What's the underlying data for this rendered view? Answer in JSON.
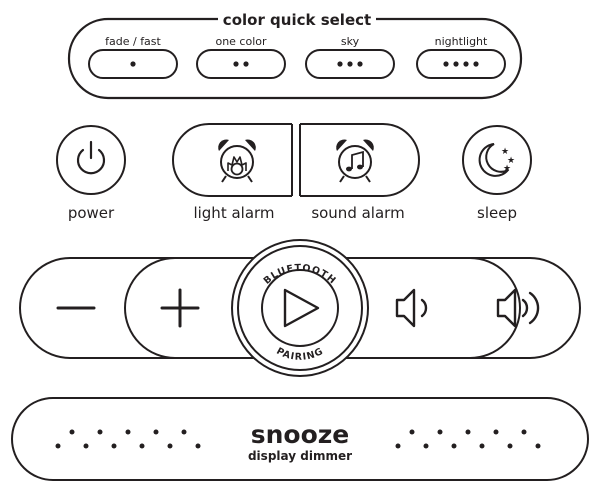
{
  "color_quick_select": {
    "title": "color quick select",
    "buttons": [
      {
        "label": "fade / fast",
        "dots": 1
      },
      {
        "label": "one color",
        "dots": 2
      },
      {
        "label": "sky",
        "dots": 3
      },
      {
        "label": "nightlight",
        "dots": 4
      }
    ]
  },
  "controls": {
    "power_label": "power",
    "light_alarm_label": "light alarm",
    "sound_alarm_label": "sound alarm",
    "sleep_label": "sleep"
  },
  "playback": {
    "bluetooth_text": "BLUETOOTH",
    "pairing_text": "PAIRING"
  },
  "snooze_bar": {
    "title": "snooze",
    "subtitle": "display dimmer"
  },
  "colors": {
    "ink": "#231f20",
    "background": "#ffffff"
  }
}
